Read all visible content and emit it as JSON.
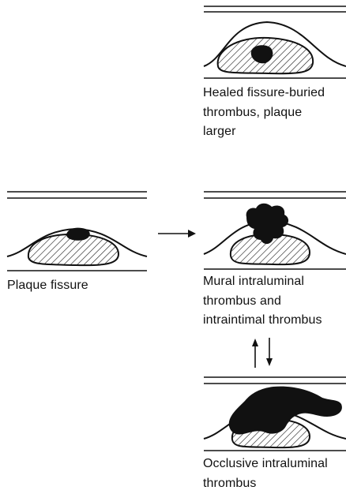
{
  "panels": {
    "healed": {
      "caption_lines": [
        "Healed fissure-buried",
        "thrombus, plaque",
        "larger"
      ]
    },
    "fissure": {
      "caption_lines": [
        "Plaque fissure"
      ]
    },
    "mural": {
      "caption_lines": [
        "Mural intraluminal",
        "thrombus and",
        "intraintimal thrombus"
      ]
    },
    "occlusive": {
      "caption_lines": [
        "Occlusive intraluminal",
        "thrombus"
      ]
    }
  },
  "colors": {
    "ink": "#111111",
    "background": "#ffffff"
  }
}
